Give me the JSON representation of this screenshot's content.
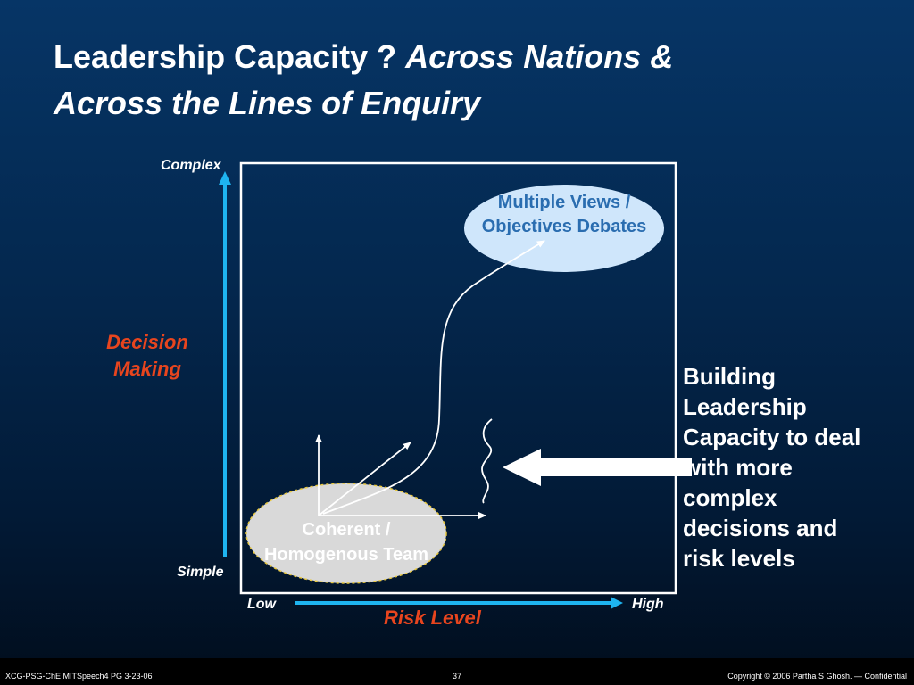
{
  "slide": {
    "title_plain": "Leadership Capacity ? ",
    "title_italic_1": "Across Nations &",
    "title_italic_2": "Across the Lines of Enquiry"
  },
  "diagram": {
    "y_axis": {
      "top_label": "Complex",
      "bottom_label": "Simple",
      "title_line1": "Decision",
      "title_line2": "Making"
    },
    "x_axis": {
      "left_label": "Low",
      "right_label": "High",
      "title": "Risk Level"
    },
    "top_oval": {
      "line1": "Multiple Views /",
      "line2": "Objectives Debates",
      "fill": "#cfe6fb",
      "text_color": "#2a6db0"
    },
    "bottom_oval": {
      "line1": "Coherent /",
      "line2": "Homogenous Team",
      "fill": "#d9d9d9",
      "text_color": "#ffffff"
    },
    "side_text": [
      "Building",
      "Leadership",
      "Capacity to deal",
      "with more",
      "complex",
      "decisions and",
      "risk levels"
    ],
    "colors": {
      "axis_arrow": "#1eb4f0",
      "axis_title": "#e8451e"
    }
  },
  "footer": {
    "left": "XCG-PSG-ChE MITSpeech4 PG 3-23-06",
    "page": "37",
    "right": "Copyright © 2006 Partha S Ghosh. — Confidential"
  }
}
